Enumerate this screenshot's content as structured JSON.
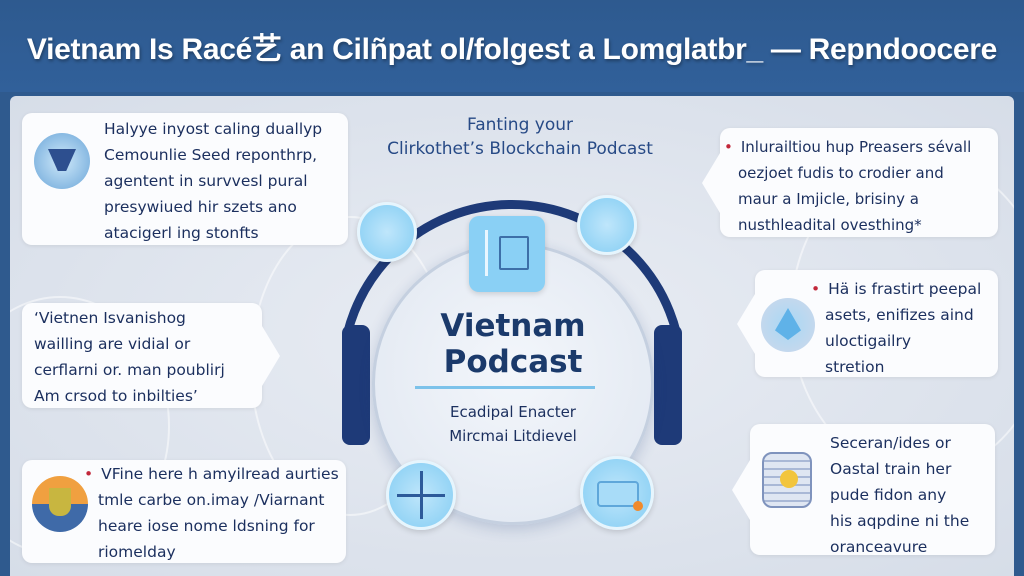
{
  "header": {
    "title": "Vietnam Is Racé艺 an Cilñpat ol/folgest a Lomglatbr_ — Repndoocere"
  },
  "center": {
    "subtitle_line1": "Fanting your",
    "subtitle_line2": "Clirkothet’s Blockchain Podcast",
    "title_line1": "Vietnam",
    "title_line2": "Podcast",
    "tagline_line1": "Ecadipal Enacter",
    "tagline_line2": "Mircmai Litdievel"
  },
  "left_boxes": [
    {
      "lines": [
        "Halyye inyost caling duallyp",
        "Cemounlie Seed reponthrp,",
        "agentent in survvesl pural",
        "presywiued hir szets ano",
        "atacigerl ing stonfts"
      ],
      "icon": "vr-headset-icon"
    },
    {
      "lines": [
        "‘Vietnen Isvanishog",
        "wailling are vidial or",
        "cerflarni or. man poublirj",
        "Am crsod to inbilties’"
      ]
    },
    {
      "bullet": true,
      "lines": [
        "VFine here h amyilread aurties",
        "tmle carbe on.imay /Viarnant",
        "heare iose nome ldsning for",
        "riomelday"
      ],
      "icon": "trophy-icon"
    }
  ],
  "right_boxes": [
    {
      "bullet": true,
      "lines": [
        "Inlurailtiou hup Preasers sévall",
        "oezjoet fudis to crodier and",
        "maur a Imjicle, brisiny a",
        "nusthleadital ovesthing*"
      ]
    },
    {
      "bullet": true,
      "lines": [
        "Hä is frastirt peepal",
        "asets, enifizes aind",
        "uloctigailry",
        "stretion"
      ],
      "icon": "crystal-icon"
    },
    {
      "lines": [
        "Seceran/ides or",
        "Oastal train her",
        "pude fidon any",
        "his aqpdine ni the",
        "oranceavure"
      ],
      "icon": "shield-coin-icon"
    }
  ],
  "colors": {
    "header": "#2f5a8e",
    "text": "#1b2f5e",
    "headphone": "#1e3a78",
    "bubble": "#8ad0f5",
    "bullet": "#c2273a"
  }
}
